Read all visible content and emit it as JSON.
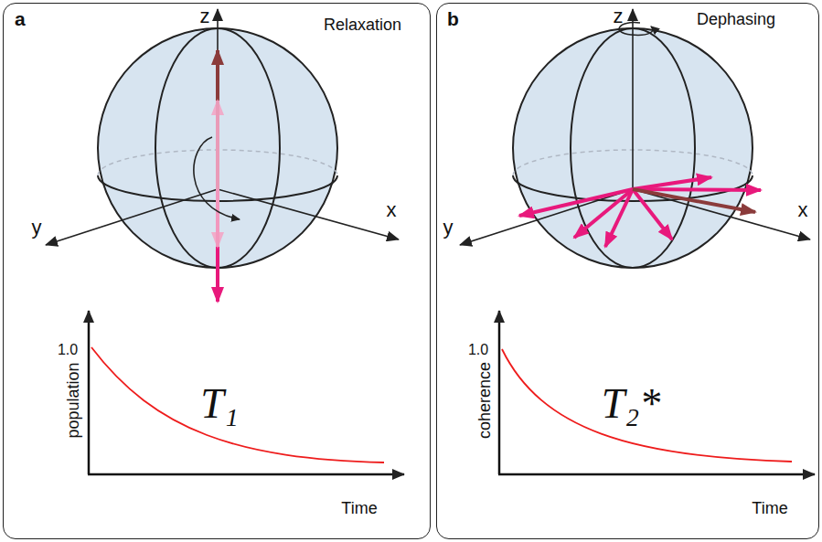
{
  "diagram": {
    "nodes": [
      {
        "text": [
          "a",
          "Relaxation"
        ]
      },
      {
        "text": [
          "b",
          "Dephasing"
        ]
      }
    ],
    "labels": [
      "z",
      "y",
      "x",
      "population",
      "1.0",
      "Time",
      "T₁",
      "z",
      "y",
      "x",
      "coherence",
      "1.0",
      "Time",
      "T₂*"
    ]
  }
}
